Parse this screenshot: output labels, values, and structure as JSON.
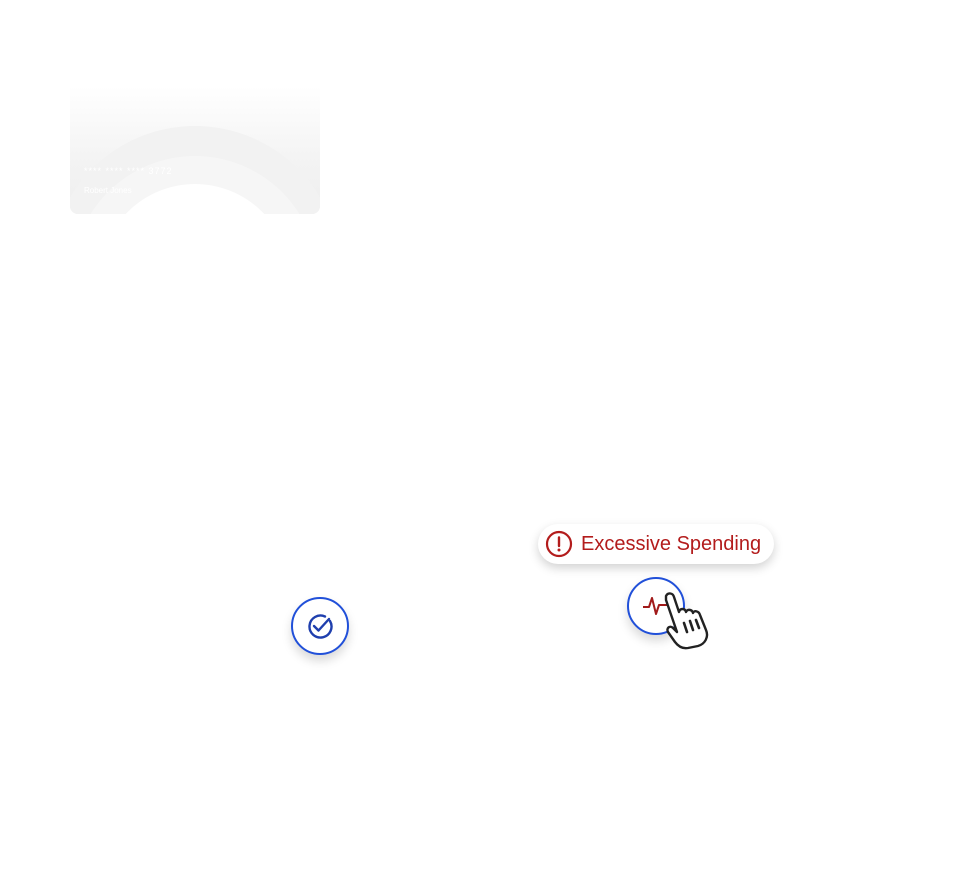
{
  "card": {
    "number": "**** **** **** 3772",
    "holder": "Robert Jones"
  },
  "alert": {
    "label": "Excessive Spending",
    "icon": "exclamation-circle-icon",
    "color": "#b31c1c"
  },
  "buttons": {
    "check_icon": "check-circle-icon",
    "activity_icon": "pulse-icon",
    "accent": "#2150d9"
  },
  "cursor": {
    "icon": "hand-pointer-icon"
  }
}
